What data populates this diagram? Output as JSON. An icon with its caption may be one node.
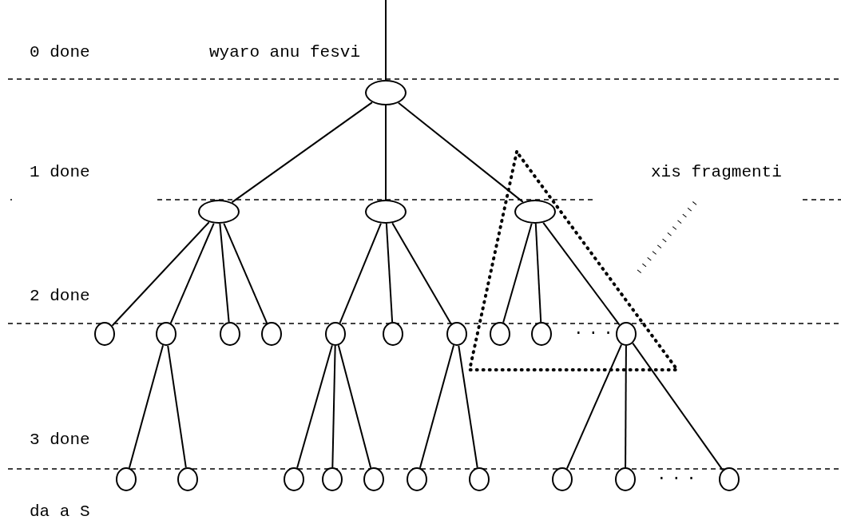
{
  "diagram": {
    "nodes": [
      {
        "text": [],
        "shape": "ellipse"
      },
      {
        "text": [],
        "shape": "triangle"
      },
      {
        "text": [
          "xis fragmenti"
        ]
      },
      {
        "text": [],
        "shape": "ellipse"
      },
      {
        "text": [],
        "shape": "ellipse"
      },
      {
        "text": [],
        "shape": "ellipse",
        "in": 1
      },
      {
        "text": [],
        "shape": "circle"
      },
      {
        "text": [],
        "shape": "circle"
      },
      {
        "text": [],
        "shape": "circle"
      },
      {
        "text": [],
        "shape": "circle"
      },
      {
        "text": [],
        "shape": "circle"
      },
      {
        "text": [],
        "shape": "circle"
      },
      {
        "text": [],
        "shape": "circle"
      },
      {
        "text": [],
        "shape": "circle",
        "in": 1
      },
      {
        "text": [],
        "shape": "circle",
        "in": 1
      },
      {
        "text": [],
        "shape": "circle",
        "in": 1
      },
      {
        "text": [],
        "shape": "circle"
      },
      {
        "text": [],
        "shape": "circle"
      },
      {
        "text": [],
        "shape": "circle"
      },
      {
        "text": [],
        "shape": "circle"
      },
      {
        "text": [],
        "shape": "circle"
      },
      {
        "text": [],
        "shape": "circle"
      },
      {
        "text": [],
        "shape": "circle"
      },
      {
        "text": [],
        "shape": "circle"
      },
      {
        "text": [],
        "shape": "circle"
      },
      {
        "text": [],
        "shape": "circle"
      }
    ],
    "edges": [
      {
        "from": null,
        "to": 0,
        "arrow": "none"
      },
      {
        "from": 0,
        "to": 3,
        "arrow": "none"
      },
      {
        "from": 0,
        "to": 4,
        "arrow": "none"
      },
      {
        "from": 0,
        "to": 5,
        "arrow": "none"
      },
      {
        "from": 3,
        "to": 6,
        "arrow": "none"
      },
      {
        "from": 3,
        "to": 7,
        "arrow": "none"
      },
      {
        "from": 3,
        "to": 8,
        "arrow": "none"
      },
      {
        "from": 3,
        "to": 9,
        "arrow": "none"
      },
      {
        "from": 4,
        "to": 10,
        "arrow": "none"
      },
      {
        "from": 4,
        "to": 11,
        "arrow": "none"
      },
      {
        "from": 4,
        "to": 12,
        "arrow": "none"
      },
      {
        "from": 5,
        "to": 13,
        "arrow": "none"
      },
      {
        "from": 5,
        "to": 14,
        "arrow": "none"
      },
      {
        "from": 5,
        "to": 15,
        "arrow": "none"
      },
      {
        "from": 7,
        "to": 16,
        "arrow": "none"
      },
      {
        "from": 7,
        "to": 17,
        "arrow": "none"
      },
      {
        "from": 10,
        "to": 18,
        "arrow": "none"
      },
      {
        "from": 10,
        "to": 19,
        "arrow": "none"
      },
      {
        "from": 10,
        "to": 20,
        "arrow": "none"
      },
      {
        "from": 12,
        "to": 21,
        "arrow": "none"
      },
      {
        "from": 12,
        "to": 22,
        "arrow": "none"
      },
      {
        "from": 15,
        "to": 23,
        "arrow": "none"
      },
      {
        "from": 15,
        "to": 24,
        "arrow": "none"
      },
      {
        "from": 15,
        "to": 25,
        "arrow": "none"
      },
      {
        "from": 2,
        "to": 1,
        "arrow": "none",
        "style": "dashed"
      }
    ],
    "labels": [
      "0 done",
      "wyaro anu fesvi",
      "1 done",
      "2 done",
      "...",
      "3 done",
      "...",
      "da a S"
    ]
  }
}
